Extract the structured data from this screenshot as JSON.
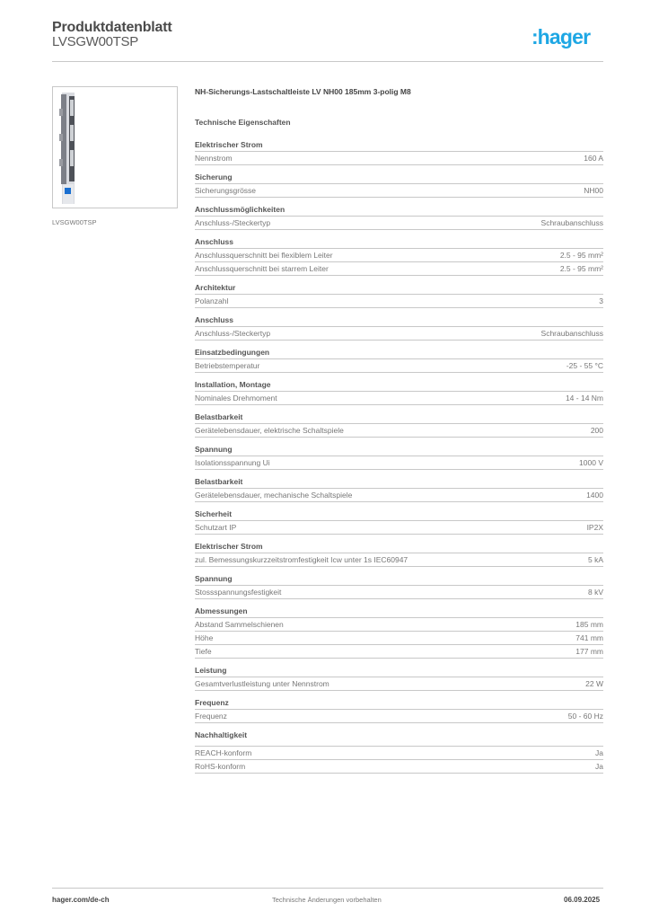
{
  "header": {
    "title": "Produktdatenblatt",
    "article_number": "LVSGW00TSP",
    "logo_text": "hager",
    "logo_color": "#1ea7e4"
  },
  "product": {
    "image_caption": "LVSGW00TSP",
    "name": "NH-Sicherungs-Lastschaltleiste LV NH00 185mm 3-polig  M8"
  },
  "tech_title": "Technische Eigenschaften",
  "sections": [
    {
      "title": "Elektrischer Strom",
      "rows": [
        {
          "label": "Nennstrom",
          "value": "160 A"
        }
      ]
    },
    {
      "title": "Sicherung",
      "rows": [
        {
          "label": "Sicherungsgrösse",
          "value": "NH00"
        }
      ]
    },
    {
      "title": "Anschlussmöglichkeiten",
      "rows": [
        {
          "label": "Anschluss-/Steckertyp",
          "value": "Schraubanschluss"
        }
      ]
    },
    {
      "title": "Anschluss",
      "rows": [
        {
          "label": "Anschlussquerschnitt bei flexiblem Leiter",
          "value": "2.5 - 95 mm²"
        },
        {
          "label": "Anschlussquerschnitt bei starrem Leiter",
          "value": "2.5 - 95 mm²"
        }
      ]
    },
    {
      "title": "Architektur",
      "rows": [
        {
          "label": "Polanzahl",
          "value": "3"
        }
      ]
    },
    {
      "title": "Anschluss",
      "rows": [
        {
          "label": "Anschluss-/Steckertyp",
          "value": "Schraubanschluss"
        }
      ]
    },
    {
      "title": "Einsatzbedingungen",
      "rows": [
        {
          "label": "Betriebstemperatur",
          "value": "-25 - 55 °C"
        }
      ]
    },
    {
      "title": "Installation, Montage",
      "rows": [
        {
          "label": "Nominales Drehmoment",
          "value": "14 - 14 Nm"
        }
      ]
    },
    {
      "title": "Belastbarkeit",
      "rows": [
        {
          "label": "Gerätelebensdauer, elektrische Schaltspiele",
          "value": "200"
        }
      ]
    },
    {
      "title": "Spannung",
      "rows": [
        {
          "label": "Isolationsspannung Ui",
          "value": "1000 V"
        }
      ]
    },
    {
      "title": "Belastbarkeit",
      "rows": [
        {
          "label": "Gerätelebensdauer, mechanische Schaltspiele",
          "value": "1400"
        }
      ]
    },
    {
      "title": "Sicherheit",
      "rows": [
        {
          "label": "Schutzart IP",
          "value": "IP2X"
        }
      ]
    },
    {
      "title": "Elektrischer Strom",
      "rows": [
        {
          "label": "zul. Bemessungskurzzeitstromfestigkeit Icw unter 1s IEC60947",
          "value": "5 kA"
        }
      ]
    },
    {
      "title": "Spannung",
      "rows": [
        {
          "label": "Stossspannungsfestigkeit",
          "value": "8 kV"
        }
      ]
    },
    {
      "title": "Abmessungen",
      "rows": [
        {
          "label": "Abstand Sammelschienen",
          "value": "185 mm"
        },
        {
          "label": "Höhe",
          "value": "741 mm"
        },
        {
          "label": "Tiefe",
          "value": "177 mm"
        }
      ]
    },
    {
      "title": "Leistung",
      "rows": [
        {
          "label": "Gesamtverlustleistung unter Nennstrom",
          "value": "22 W"
        }
      ]
    },
    {
      "title": "Frequenz",
      "rows": [
        {
          "label": "Frequenz",
          "value": "50 - 60 Hz"
        }
      ]
    },
    {
      "title": "Nachhaltigkeit",
      "tall": true,
      "rows": [
        {
          "label": "REACH-konform",
          "value": "Ja"
        },
        {
          "label": "RoHS-konform",
          "value": "Ja"
        }
      ]
    }
  ],
  "footer": {
    "website": "hager.com/de-ch",
    "disclaimer": "Technische Änderungen vorbehalten",
    "date": "06.09.2025"
  }
}
